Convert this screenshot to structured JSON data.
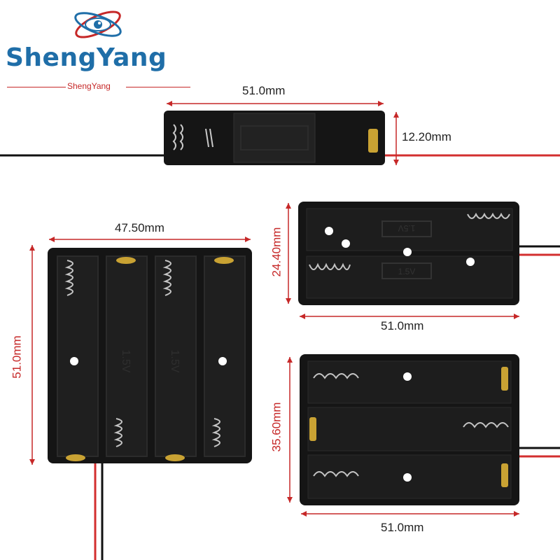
{
  "brand": {
    "name": "ShengYang",
    "tagline": "ShengYang"
  },
  "dimensions": {
    "single_width": "51.0mm",
    "single_height": "12.20mm",
    "quad_width": "47.50mm",
    "quad_height": "51.0mm",
    "double_height": "24.40mm",
    "double_width": "51.0mm",
    "triple_height": "35.60mm",
    "triple_width": "51.0mm"
  },
  "markings": {
    "voltage": "1.5V"
  },
  "colors": {
    "brand_blue": "#1f6ea8",
    "accent_red": "#c62828",
    "holder_black": "#151515",
    "wire_red": "#d32f2f",
    "wire_black": "#111111"
  }
}
